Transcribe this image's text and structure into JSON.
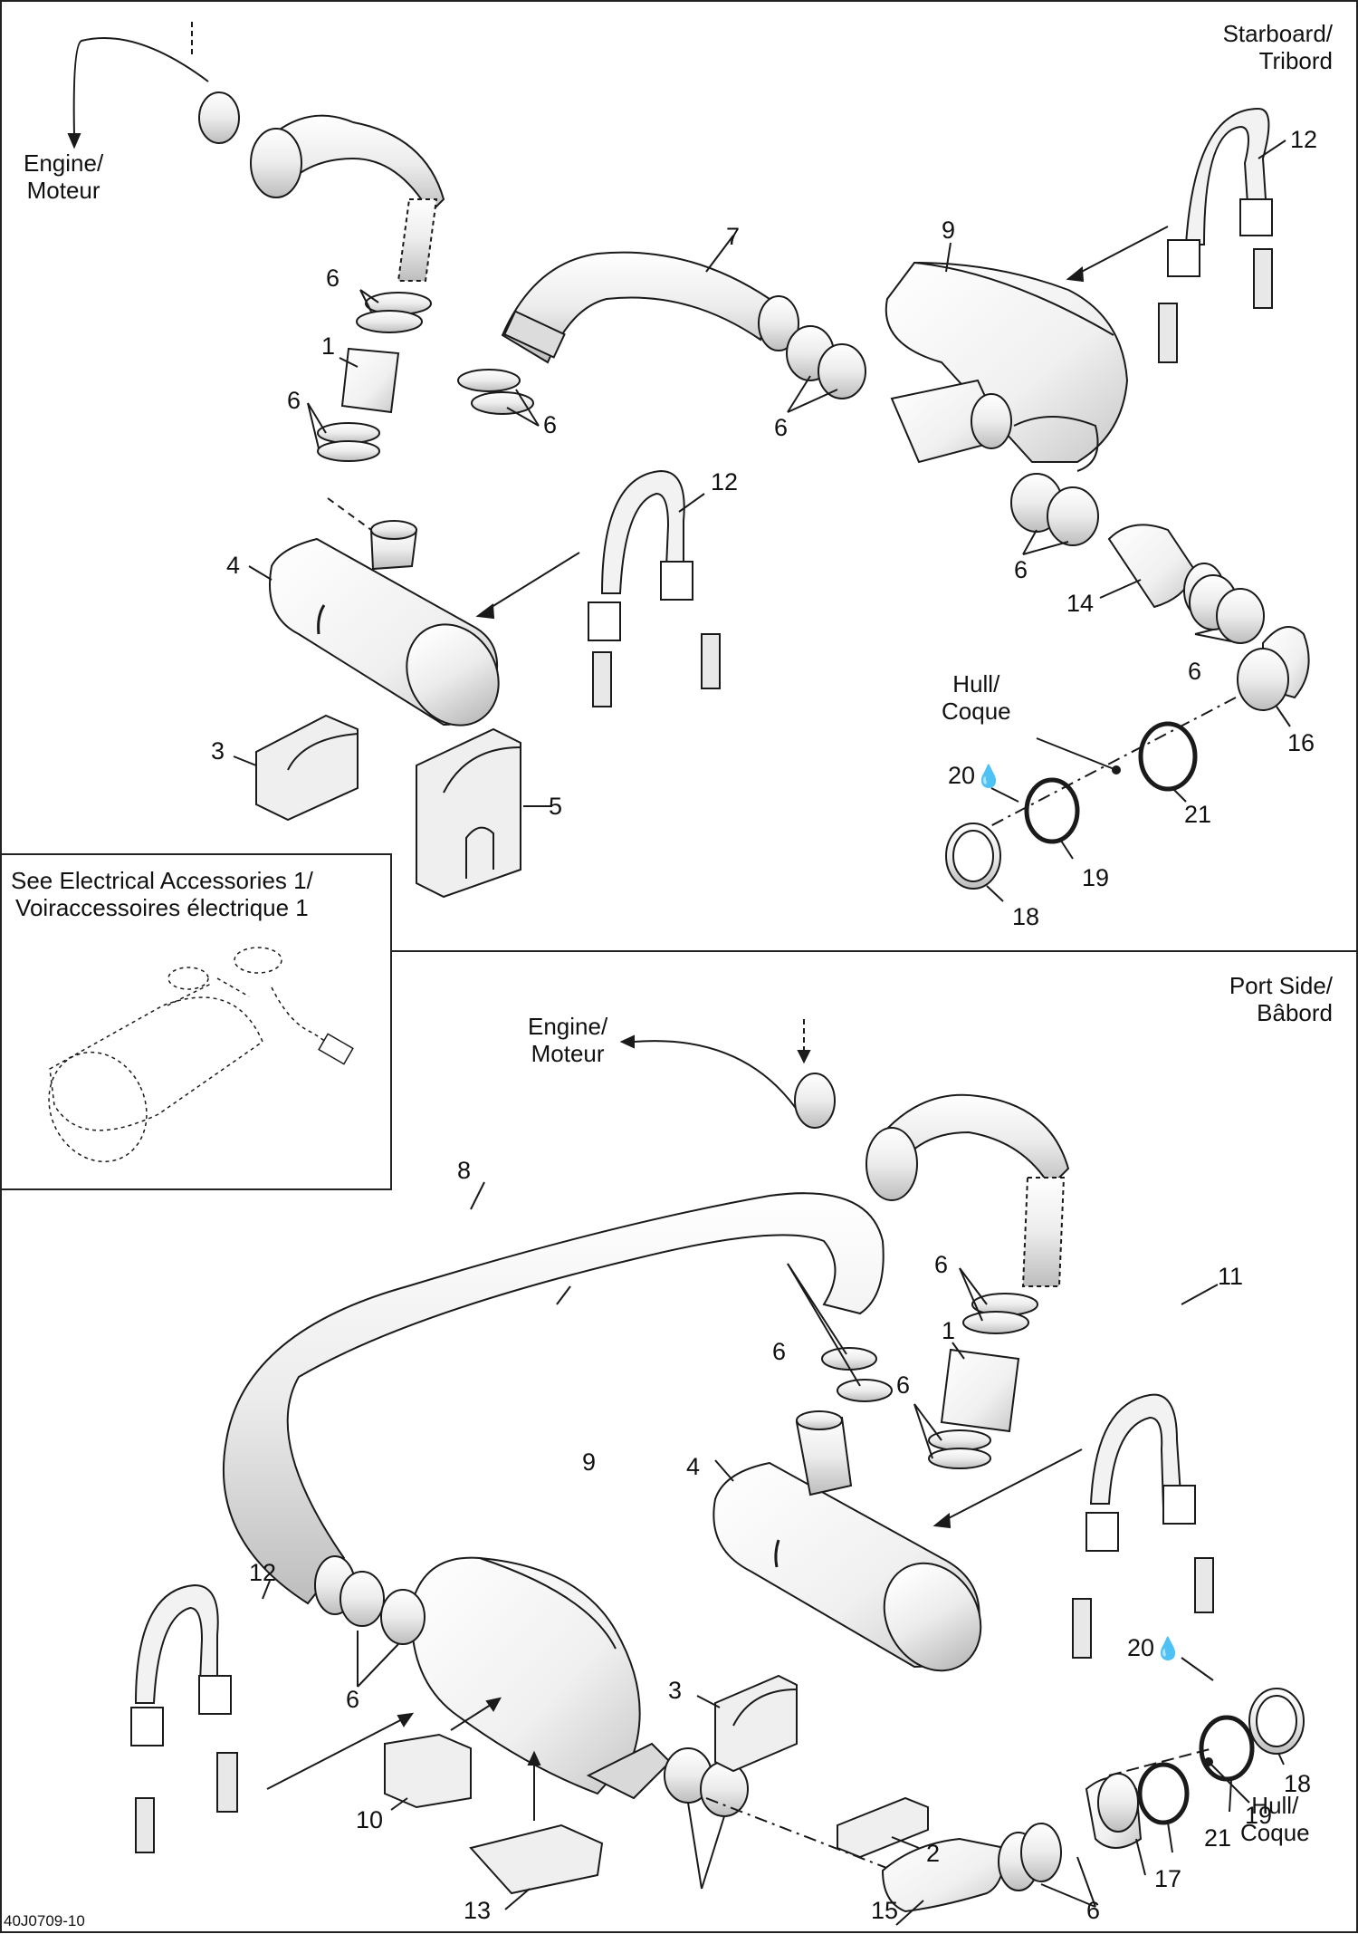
{
  "labels": {
    "starboard": [
      "Starboard/",
      "Tribord"
    ],
    "port_side": [
      "Port Side/",
      "Bâbord"
    ],
    "engine": [
      "Engine/",
      "Moteur"
    ],
    "hull": [
      "Hull/",
      "Coque"
    ],
    "see_electrical": [
      "See Electrical Accessories 1/",
      "Voiraccessoires électrique 1"
    ],
    "drawing_code": "40J0709-10",
    "sealant_symbol": "💧"
  },
  "callouts_top": [
    "6",
    "1",
    "6",
    "4",
    "3",
    "5",
    "7",
    "6",
    "12",
    "9",
    "12",
    "6",
    "14",
    "6",
    "16",
    "21",
    "20",
    "19",
    "18"
  ],
  "callouts_bottom": [
    "8",
    "6",
    "1",
    "6",
    "6",
    "11",
    "4",
    "9",
    "6",
    "12",
    "3",
    "10",
    "2",
    "13",
    "20",
    "18",
    "19",
    "21",
    "17",
    "6",
    "15"
  ],
  "colors": {
    "line": "#1a1a1a",
    "fill_light": "#f2f2f2",
    "fill_mid": "#d9d9d9",
    "fill_dark": "#9a9a9a"
  }
}
